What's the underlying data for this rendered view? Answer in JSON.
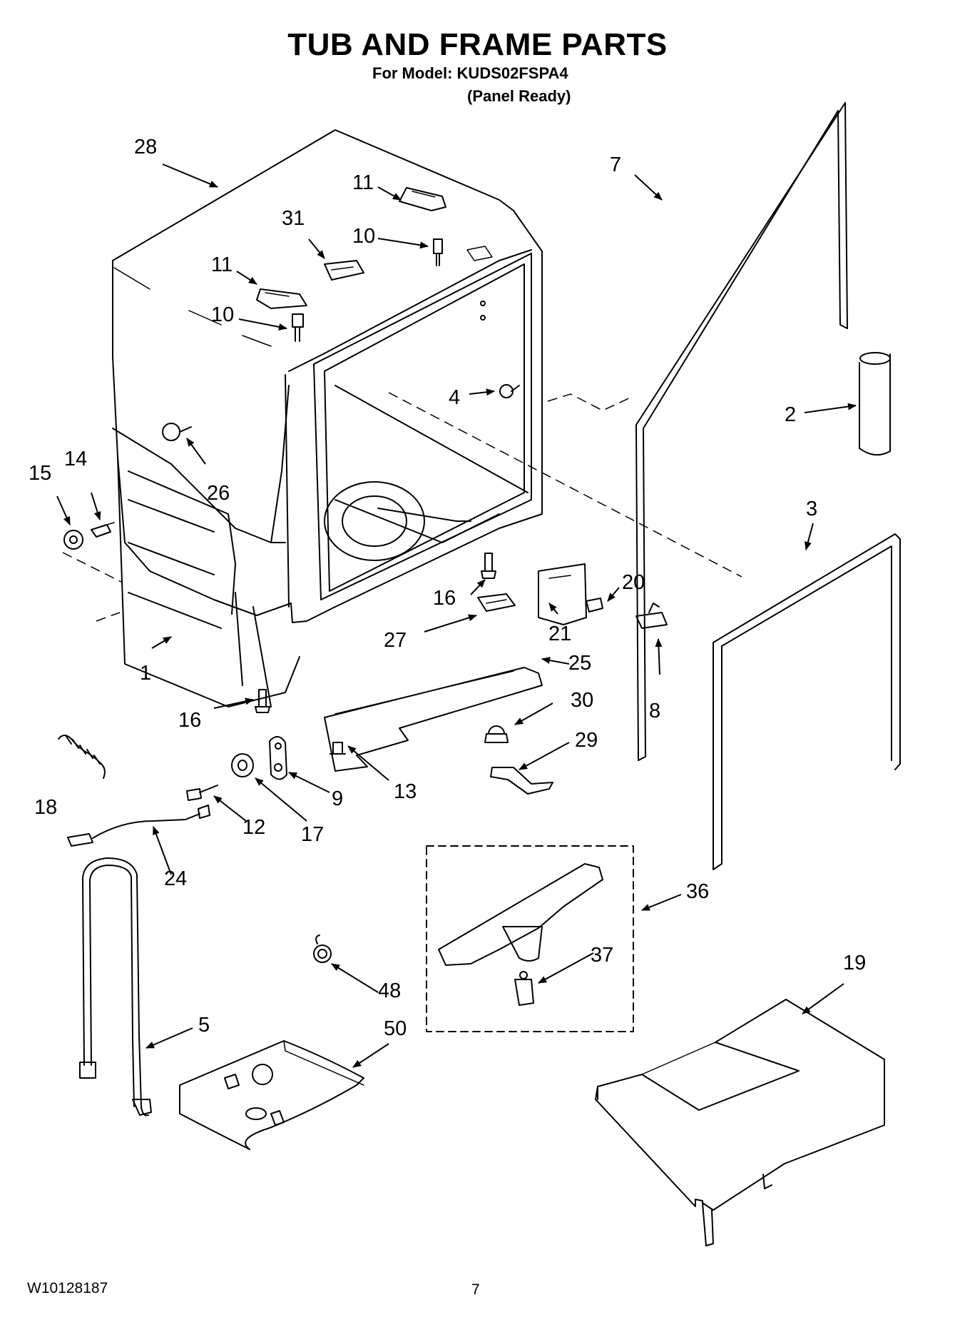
{
  "header": {
    "title": "TUB AND FRAME PARTS",
    "model": "For Model: KUDS02FSPA4",
    "variant": "(Panel Ready)"
  },
  "footer": {
    "doc_number": "W10128187",
    "page_number": "7"
  },
  "callouts": [
    {
      "id": "c28",
      "label": "28"
    },
    {
      "id": "c11a",
      "label": "11"
    },
    {
      "id": "c31",
      "label": "31"
    },
    {
      "id": "c10a",
      "label": "10"
    },
    {
      "id": "c11b",
      "label": "11"
    },
    {
      "id": "c10b",
      "label": "10"
    },
    {
      "id": "c7",
      "label": "7"
    },
    {
      "id": "c4",
      "label": "4"
    },
    {
      "id": "c2",
      "label": "2"
    },
    {
      "id": "c26",
      "label": "26"
    },
    {
      "id": "c15",
      "label": "15"
    },
    {
      "id": "c14",
      "label": "14"
    },
    {
      "id": "c3",
      "label": "3"
    },
    {
      "id": "c20",
      "label": "20"
    },
    {
      "id": "c16a",
      "label": "16"
    },
    {
      "id": "c21",
      "label": "21"
    },
    {
      "id": "c27",
      "label": "27"
    },
    {
      "id": "c25",
      "label": "25"
    },
    {
      "id": "c1",
      "label": "1"
    },
    {
      "id": "c8",
      "label": "8"
    },
    {
      "id": "c30",
      "label": "30"
    },
    {
      "id": "c16b",
      "label": "16"
    },
    {
      "id": "c29",
      "label": "29"
    },
    {
      "id": "c13",
      "label": "13"
    },
    {
      "id": "c9",
      "label": "9"
    },
    {
      "id": "c18",
      "label": "18"
    },
    {
      "id": "c12",
      "label": "12"
    },
    {
      "id": "c17",
      "label": "17"
    },
    {
      "id": "c24",
      "label": "24"
    },
    {
      "id": "c36",
      "label": "36"
    },
    {
      "id": "c37",
      "label": "37"
    },
    {
      "id": "c19",
      "label": "19"
    },
    {
      "id": "c48",
      "label": "48"
    },
    {
      "id": "c5",
      "label": "5"
    },
    {
      "id": "c50",
      "label": "50"
    }
  ]
}
